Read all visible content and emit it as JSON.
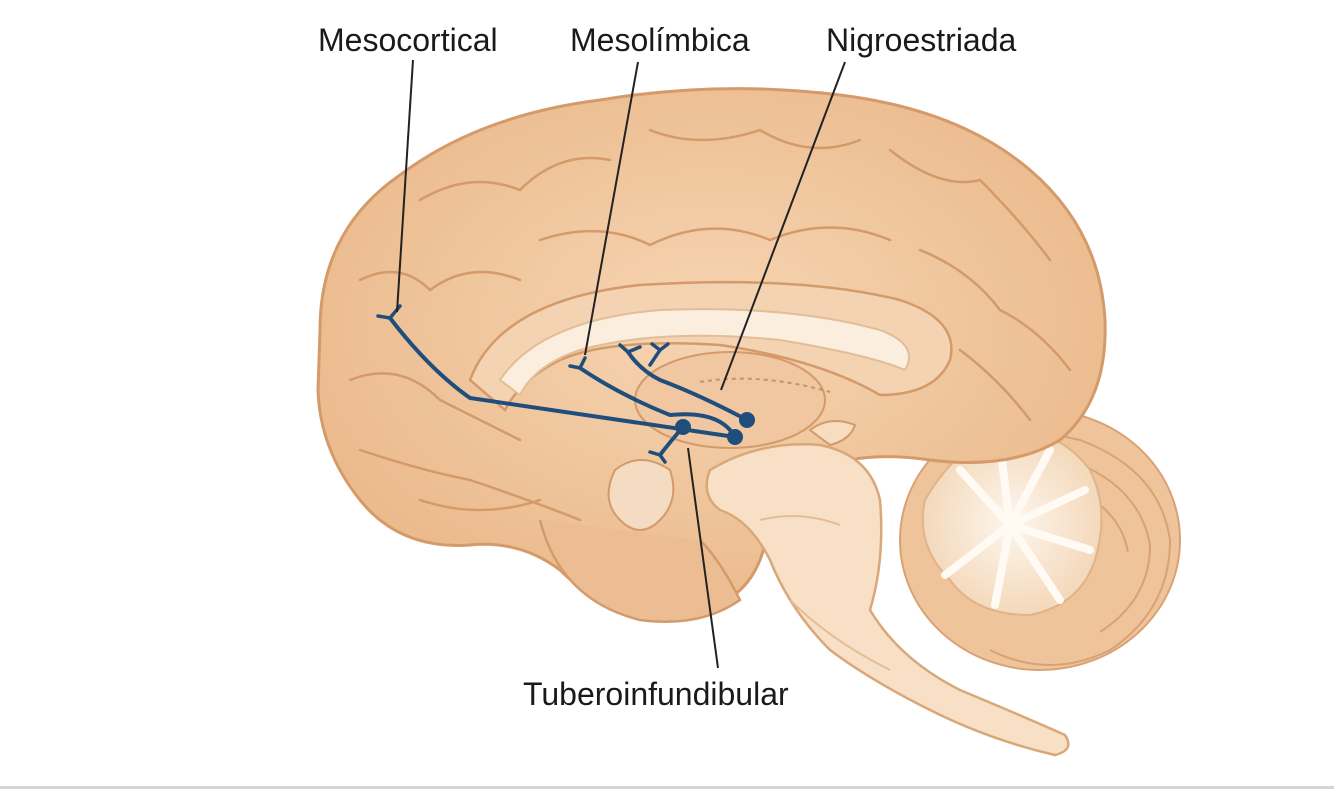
{
  "labels": {
    "mesocortical": "Mesocortical",
    "mesolimbica": "Mesolímbica",
    "nigroestriada": "Nigroestriada",
    "tuberoinfundibular": "Tuberoinfundibular"
  },
  "colors": {
    "pathway": "#1f4e7d",
    "cortex": "#f2c9a0",
    "cortex_dark": "#dca67a",
    "white_matter": "#f8e2cb",
    "brainstem": "#f5dcc0",
    "cerebellum_white": "#fbefe2",
    "leader_line": "#222222"
  }
}
